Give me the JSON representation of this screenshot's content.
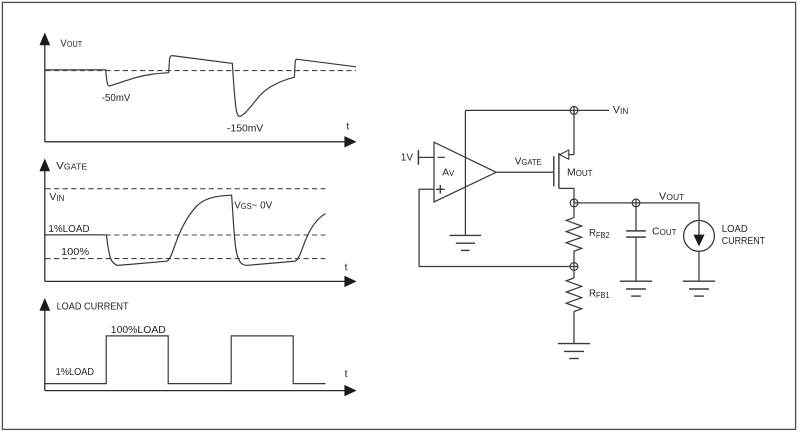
{
  "page": {
    "background": "#ffffff",
    "frame_color": "#4d4d4d",
    "line_color": "#3a3a3a",
    "text_color": "#262626"
  },
  "plots": {
    "vout": {
      "y_label": {
        "main": "V",
        "sub": "OUT"
      },
      "x_label": "t",
      "dip1_label": "-50mV",
      "dip2_label": "-150mV"
    },
    "vgate": {
      "y_label": {
        "main": "V",
        "sub": "GATE"
      },
      "x_label": "t",
      "vin_level_label": {
        "main": "V",
        "sub": "IN"
      },
      "load1_level_label": "1%LOAD",
      "load100_level_label": "100%",
      "vgs_annotation": {
        "main": "V",
        "sub": "GS",
        "tail": "~ 0V"
      }
    },
    "load_current": {
      "y_label": "LOAD CURRENT",
      "x_label": "t",
      "high_label": "100%LOAD",
      "low_label": "1%LOAD"
    }
  },
  "schematic": {
    "vref_label": "1V",
    "opamp_label": {
      "main": "A",
      "sub": "V"
    },
    "vgate_label": {
      "main": "V",
      "sub": "GATE"
    },
    "mosfet_label": {
      "main": "M",
      "sub": "OUT"
    },
    "vin_label": {
      "main": "V",
      "sub": "IN"
    },
    "vout_label": {
      "main": "V",
      "sub": "OUT"
    },
    "cout_label": {
      "main": "C",
      "sub": "OUT"
    },
    "rfb2_label": {
      "main": "R",
      "sub": "FB2"
    },
    "rfb1_label": {
      "main": "R",
      "sub": "FB1"
    },
    "load_source_label": {
      "line1": "LOAD",
      "line2": "CURRENT"
    }
  }
}
